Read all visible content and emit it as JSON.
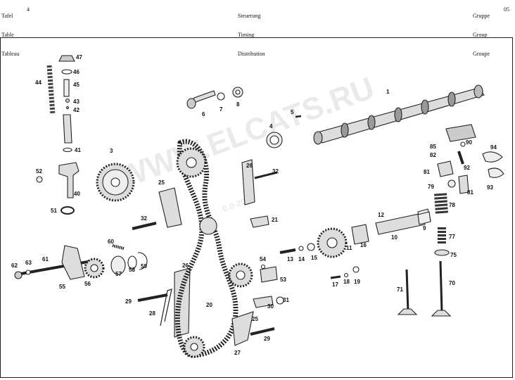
{
  "header": {
    "left": [
      "Tafel",
      "Table",
      "Tableau"
    ],
    "table_number": "4",
    "middle": [
      "Steuerung",
      "Timing",
      "Distribution"
    ],
    "right": [
      "Gruppe",
      "Group",
      "Groupe"
    ],
    "group_number": "05"
  },
  "watermark": {
    "text": "WWW.ELCATS.RU",
    "year": "0.0-2026"
  },
  "callouts": [
    "1",
    "3",
    "4",
    "5",
    "6",
    "7",
    "8",
    "9",
    "10",
    "11",
    "12",
    "13",
    "14",
    "15",
    "16",
    "17",
    "18",
    "19",
    "20",
    "21",
    "25",
    "26",
    "27",
    "28",
    "29",
    "30",
    "31",
    "32",
    "40",
    "41",
    "42",
    "43",
    "44",
    "45",
    "46",
    "47",
    "51",
    "52",
    "53",
    "54",
    "55",
    "56",
    "57",
    "58",
    "59",
    "60",
    "61",
    "62",
    "63",
    "70",
    "71",
    "75",
    "77",
    "78",
    "79",
    "81",
    "82",
    "85",
    "90",
    "92",
    "93",
    "94"
  ]
}
